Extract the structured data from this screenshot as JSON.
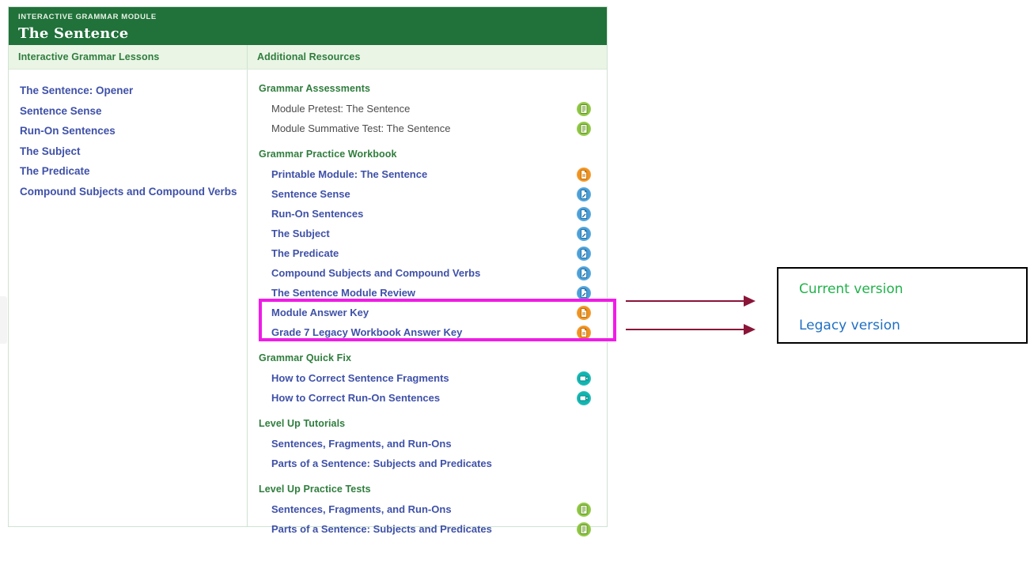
{
  "colors": {
    "header_green": "#21713a",
    "band_green": "#eaf5e6",
    "heading_green": "#2f7d3d",
    "link_blue": "#3f51a8",
    "highlight_magenta": "#f01ce6",
    "arrow_maroon": "#8a1538",
    "current_version_green": "#21b24b",
    "legacy_version_blue": "#1f6fc4"
  },
  "header": {
    "eyebrow": "INTERACTIVE GRAMMAR MODULE",
    "title": "The Sentence"
  },
  "columns": {
    "left_title": "Interactive Grammar Lessons",
    "right_title": "Additional Resources"
  },
  "lessons": [
    {
      "label": "The Sentence: Opener"
    },
    {
      "label": "Sentence Sense"
    },
    {
      "label": "Run-On Sentences"
    },
    {
      "label": "The Subject"
    },
    {
      "label": "The Predicate"
    },
    {
      "label": "Compound Subjects and Compound Verbs"
    }
  ],
  "resource_groups": [
    {
      "title": "Grammar Assessments",
      "items": [
        {
          "label": "Module Pretest: The Sentence",
          "icon": "assessment-icon",
          "icon_color": "green",
          "is_link": false
        },
        {
          "label": "Module Summative Test: The Sentence",
          "icon": "assessment-icon",
          "icon_color": "green",
          "is_link": false
        }
      ]
    },
    {
      "title": "Grammar Practice Workbook",
      "items": [
        {
          "label": "Printable Module: The Sentence",
          "icon": "pdf-document-icon",
          "icon_color": "orange",
          "is_link": true
        },
        {
          "label": "Sentence Sense",
          "icon": "editable-document-icon",
          "icon_color": "blue",
          "is_link": true
        },
        {
          "label": "Run-On Sentences",
          "icon": "editable-document-icon",
          "icon_color": "blue",
          "is_link": true
        },
        {
          "label": "The Subject",
          "icon": "editable-document-icon",
          "icon_color": "blue",
          "is_link": true
        },
        {
          "label": "The Predicate",
          "icon": "editable-document-icon",
          "icon_color": "blue",
          "is_link": true
        },
        {
          "label": "Compound Subjects and Compound Verbs",
          "icon": "editable-document-icon",
          "icon_color": "blue",
          "is_link": true
        },
        {
          "label": "The Sentence Module Review",
          "icon": "editable-document-icon",
          "icon_color": "blue",
          "is_link": true
        },
        {
          "label": "Module Answer Key",
          "icon": "pdf-document-icon",
          "icon_color": "orange",
          "is_link": true
        },
        {
          "label": "Grade 7 Legacy Workbook Answer Key",
          "icon": "pdf-document-icon",
          "icon_color": "orange",
          "is_link": true
        }
      ]
    },
    {
      "title": "Grammar Quick Fix",
      "items": [
        {
          "label": "How to Correct Sentence Fragments",
          "icon": "video-icon",
          "icon_color": "teal",
          "is_link": true
        },
        {
          "label": "How to Correct Run-On Sentences",
          "icon": "video-icon",
          "icon_color": "teal",
          "is_link": true
        }
      ]
    },
    {
      "title": "Level Up Tutorials",
      "items": [
        {
          "label": "Sentences, Fragments, and Run-Ons",
          "icon": "",
          "icon_color": "",
          "is_link": true
        },
        {
          "label": "Parts of a Sentence: Subjects and Predicates",
          "icon": "",
          "icon_color": "",
          "is_link": true
        }
      ]
    },
    {
      "title": "Level Up Practice Tests",
      "items": [
        {
          "label": "Sentences, Fragments, and Run-Ons",
          "icon": "assessment-icon",
          "icon_color": "green",
          "is_link": true
        },
        {
          "label": "Parts of a Sentence: Subjects and Predicates",
          "icon": "assessment-icon",
          "icon_color": "green",
          "is_link": true
        }
      ]
    }
  ],
  "annotation": {
    "current_version_label": "Current version",
    "legacy_version_label": "Legacy version"
  }
}
